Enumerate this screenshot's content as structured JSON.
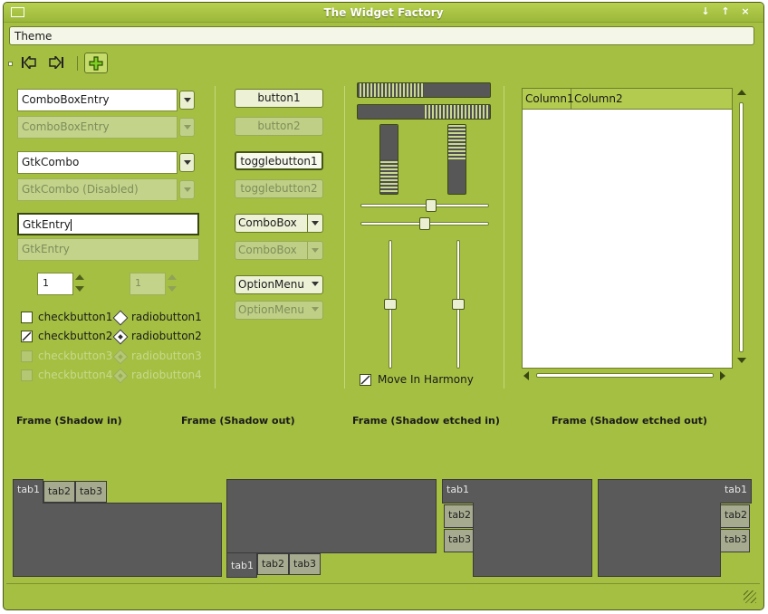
{
  "window": {
    "title": "The Widget Factory",
    "controls": [
      "↓",
      "↑",
      "×"
    ]
  },
  "theme_menu": {
    "label": "Theme"
  },
  "toolbar": {
    "first": "go-first-icon",
    "last": "go-last-icon",
    "add": "add-icon"
  },
  "entries": {
    "combobox_entry_1": "ComboBoxEntry",
    "combobox_entry_2": "ComboBoxEntry",
    "gtkcombo_1": "GtkCombo",
    "gtkcombo_2": "GtkCombo (Disabled)",
    "gtkentry_1": "GtkEntry",
    "gtkentry_2": "GtkEntry"
  },
  "spin": {
    "value_1": "1",
    "value_2": "1"
  },
  "checks": [
    {
      "label": "checkbutton1",
      "checked": false,
      "disabled": false
    },
    {
      "label": "checkbutton2",
      "checked": true,
      "disabled": false
    },
    {
      "label": "checkbutton3",
      "checked": false,
      "disabled": true
    },
    {
      "label": "checkbutton4",
      "checked": false,
      "disabled": true
    }
  ],
  "radios": [
    {
      "label": "radiobutton1",
      "selected": false,
      "disabled": false
    },
    {
      "label": "radiobutton2",
      "selected": true,
      "disabled": false
    },
    {
      "label": "radiobutton3",
      "selected": false,
      "disabled": true
    },
    {
      "label": "radiobutton4",
      "selected": false,
      "disabled": true
    }
  ],
  "buttons": {
    "button1": "button1",
    "button2": "button2",
    "toggle1": "togglebutton1",
    "toggle2": "togglebutton2",
    "combobox1": "ComboBox",
    "combobox2": "ComboBox",
    "optionmenu1": "OptionMenu",
    "optionmenu2": "OptionMenu"
  },
  "progress": {
    "h1_fraction": 0.5,
    "h2_fraction": 0.5,
    "v1_fraction": 0.5,
    "v2_fraction": 0.5
  },
  "sliders": {
    "h1_fraction": 0.55,
    "h2_fraction": 0.5,
    "v1_fraction": 0.5,
    "v2_fraction": 0.5
  },
  "harmony": {
    "label": "Move In Harmony",
    "checked": true
  },
  "tree": {
    "columns": [
      "Column1",
      "Column2"
    ]
  },
  "frames": [
    "Frame (Shadow in)",
    "Frame (Shadow out)",
    "Frame (Shadow etched in)",
    "Frame (Shadow etched out)"
  ],
  "notebooks": {
    "nb1": [
      "tab1",
      "tab2",
      "tab3"
    ],
    "nb2": [
      "tab1",
      "tab2",
      "tab3"
    ],
    "nb3": [
      "tab1",
      "tab2",
      "tab3"
    ],
    "nb4": [
      "tab1",
      "tab2",
      "tab3"
    ]
  }
}
